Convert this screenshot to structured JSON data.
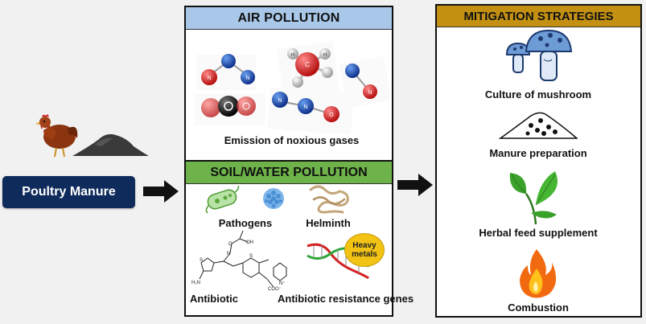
{
  "source": {
    "label": "Poultry Manure"
  },
  "air": {
    "title": "AIR POLLUTION",
    "caption": "Emission of noxious gases",
    "atom_letters": {
      "nitrogen": "N",
      "oxygen": "O",
      "carbon": "C",
      "hydrogen": "H"
    }
  },
  "soil": {
    "title": "SOIL/WATER POLLUTION",
    "pathogens": "Pathogens",
    "helminth": "Helminth",
    "heavy_metals": "Heavy metals",
    "antibiotic": "Antibiotic",
    "resistance": "Antibiotic resistance genes"
  },
  "mitigation": {
    "title": "MITIGATION STRATEGIES",
    "items": [
      "Culture of mushroom",
      "Manure preparation",
      "Herbal feed supplement",
      "Combustion"
    ]
  },
  "colors": {
    "air_header": "#a9c7e8",
    "soil_header": "#6eb24a",
    "mitigation_header": "#c39012",
    "manure_box": "#0f2b5c",
    "heavy_metals": "#f2c315"
  },
  "icons": [
    "chicken-icon",
    "manure-pile-icon",
    "arrow-right-icon",
    "molecule-icon",
    "bacterium-icon",
    "virus-icon",
    "worm-icon",
    "chemical-structure-icon",
    "dna-icon",
    "mushroom-icon",
    "leaf-icon",
    "fire-icon"
  ]
}
